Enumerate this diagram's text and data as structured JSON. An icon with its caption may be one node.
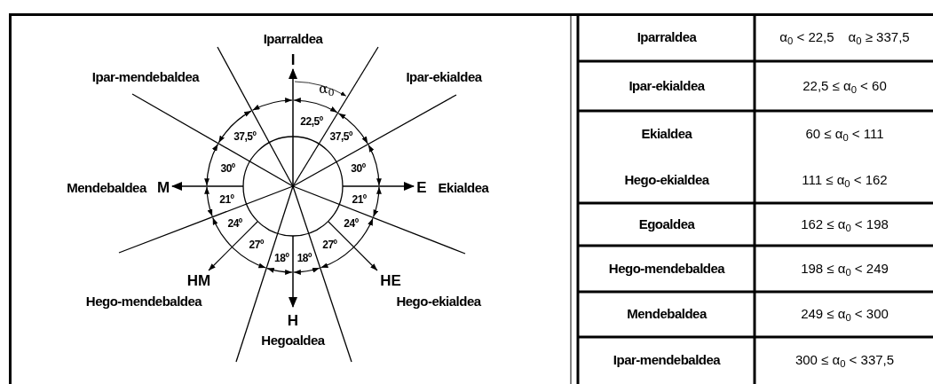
{
  "diagram": {
    "labels": [
      "Iparraldea",
      "I",
      "Ipar-mendebaldea",
      "Ipar-ekialdea",
      "α$_{0}$",
      "22,5º",
      "37,5º",
      "37,5º",
      "30º",
      "30º",
      "Mendebaldea",
      "M",
      "E",
      "Ekialdea",
      "21º",
      "21º",
      "24º",
      "24º",
      "27º",
      "27º",
      "18º",
      "18º",
      "HM",
      "HE",
      "Hego-mendebaldea",
      "Hego-ekialdea",
      "H",
      "Hegoaldea",
      "Iparraldea",
      "α$_{0}$ < 22,5",
      "α$_{0}$ ≥ 337,5",
      "Ipar-ekialdea",
      "22,5 ≤ α$_{0}$ < 60",
      "Ekialdea",
      "60 ≤ α$_{0}$ < 111",
      "Hego-ekialdea",
      "111 ≤ α$_{0}$ < 162",
      "Egoaldea",
      "162 ≤ α$_{0}$ < 198",
      "Hego-mendebaldea",
      "198 ≤ α$_{0}$ < 249",
      "Mendebaldea",
      "249 ≤ α$_{0}$ < 300",
      "Ipar-mendebaldea",
      "300 ≤ α$_{0}$ < 337,5"
    ]
  }
}
